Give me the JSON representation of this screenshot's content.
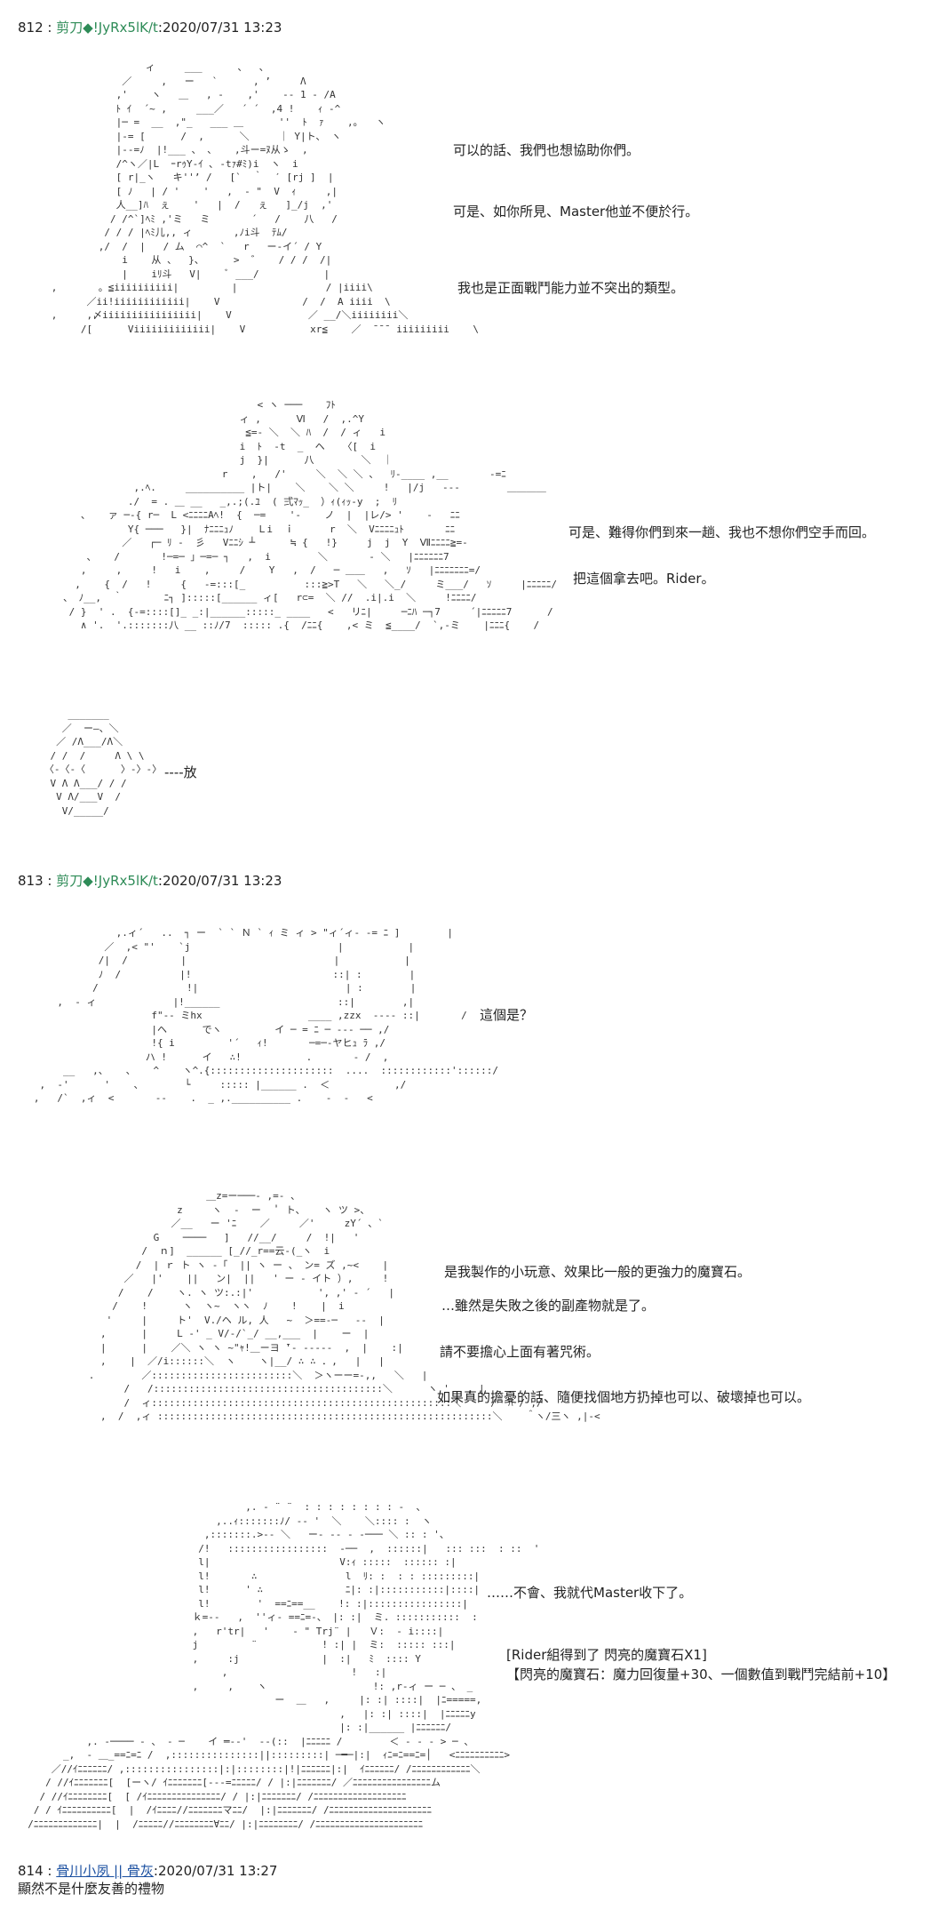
{
  "posts": [
    {
      "number": "812",
      "name": "剪刀◆",
      "trip": "!JyRx5lK/t",
      "datetime": ":2020/07/31 13:23",
      "lines": [
        "可以的話、我們也想協助你們。",
        "可是、如你所見、Master他並不便於行。",
        "我也是正面戰鬥能力並不突出的類型。",
        "可是、難得你們到來一趟、我也不想你們空手而回。",
        "把這個拿去吧。Rider。",
        "----放"
      ]
    },
    {
      "number": "813",
      "name": "剪刀◆",
      "trip": "!JyRx5lK/t",
      "datetime": ":2020/07/31 13:23",
      "lines": [
        "這個是？",
        "是我製作的小玩意、效果比一般的更強力的魔寶石。",
        "…雖然是失敗之後的副產物就是了。",
        "請不要擔心上面有著咒術。",
        "如果真的擔憂的話、隨便找個地方扔掉也可以、破壞掉也可以。",
        "……不會、我就代Master收下了。",
        "[Rider組得到了 閃亮的魔寶石X1]",
        "【閃亮的魔寶石：魔力回復量+30、一個數值到戰鬥完結前+10】"
      ]
    },
    {
      "number": "814",
      "name": "骨川小夙 || 骨灰",
      "trip": "",
      "datetime": ":2020/07/31 13:27",
      "lines": [
        "顯然不是什麼友善的禮物"
      ]
    }
  ]
}
